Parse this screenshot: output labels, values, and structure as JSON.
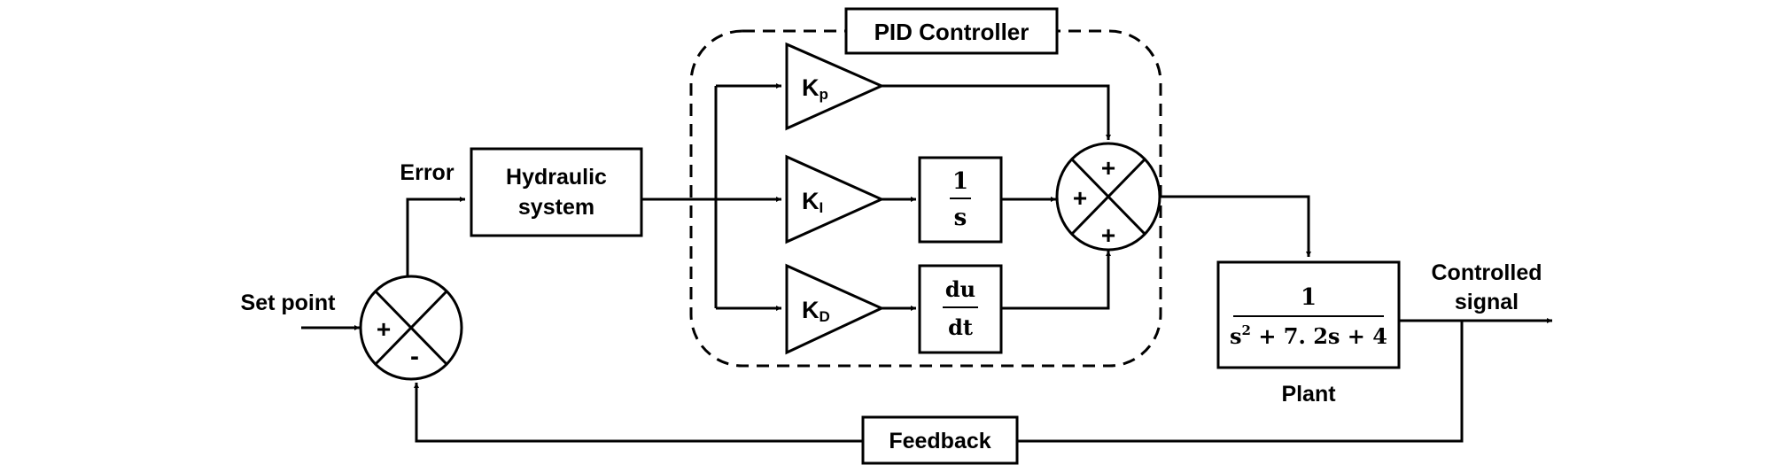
{
  "labels": {
    "set_point": "Set point",
    "error": "Error",
    "hydraulic_line1": "Hydraulic",
    "hydraulic_line2": "system",
    "pid_title": "PID Controller",
    "kp_main": "K",
    "kp_sub": "p",
    "ki_main": "K",
    "ki_sub": "I",
    "kd_main": "K",
    "kd_sub": "D",
    "integrator_num": "1",
    "integrator_den": "s",
    "derivative_num": "du",
    "derivative_den": "dt",
    "plant_num": "1",
    "plant_den_s": "s",
    "plant_den_exp": "2",
    "plant_den_rest": " + 7. 2s + 4",
    "plant": "Plant",
    "controlled_line1": "Controlled",
    "controlled_line2": "signal",
    "feedback": "Feedback"
  },
  "signs": {
    "error_sum_plus": "+",
    "error_sum_minus": "-",
    "pid_sum_top": "+",
    "pid_sum_left": "+",
    "pid_sum_bottom": "+"
  }
}
